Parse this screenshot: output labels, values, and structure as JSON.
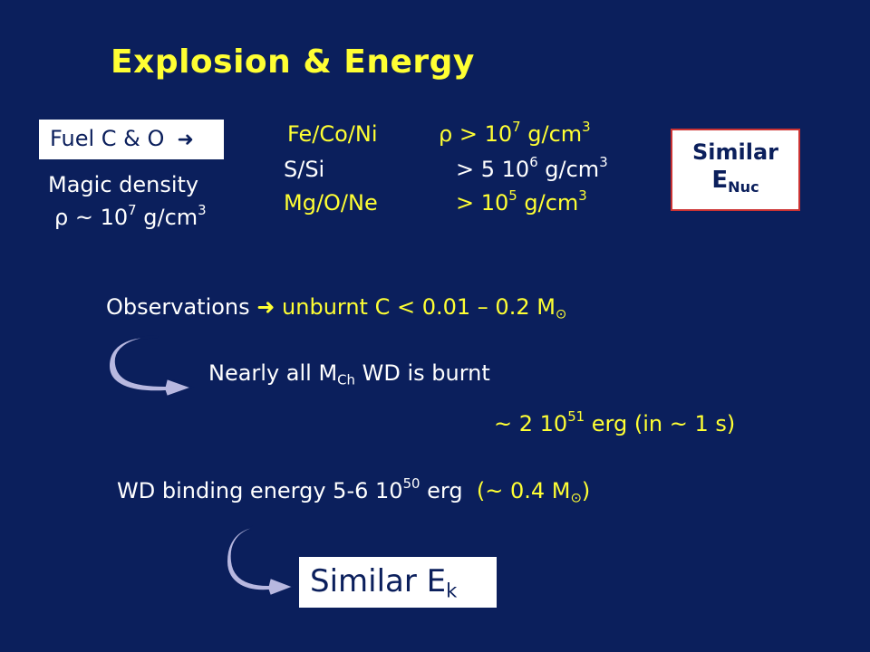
{
  "title": "Explosion & Energy",
  "fuel": {
    "label": "Fuel C & O",
    "arrow": "➜"
  },
  "magic_density": {
    "label": "Magic density",
    "rho": "ρ",
    "prefix": "~ 10",
    "exp": "7",
    "unit": " g/cm",
    "unit_exp": "3"
  },
  "products": [
    {
      "name": "Fe/Co/Ni",
      "rho": "ρ",
      "cmp": "> 10",
      "exp": "7",
      "unit": " g/cm",
      "unit_exp": "3"
    },
    {
      "name": "S/Si",
      "cmp": "> 5 10",
      "exp": "6",
      "unit": " g/cm",
      "unit_exp": "3"
    },
    {
      "name": "Mg/O/Ne",
      "cmp": "> 10",
      "exp": "5",
      "unit": " g/cm",
      "unit_exp": "3"
    }
  ],
  "similar_enuc": {
    "line1": "Similar",
    "e": "E",
    "sub": "Nuc"
  },
  "observations": {
    "label": "Observations",
    "arrow": "➜",
    "text": " unburnt C  < 0.01 – 0.2 M",
    "sun": "⊙"
  },
  "nearly_all": {
    "pre": "Nearly all M",
    "sub": "Ch",
    "post": " WD is burnt"
  },
  "energy": {
    "pre": "~ 2 10",
    "exp": "51",
    "post": " erg  (in ~ 1 s)"
  },
  "binding": {
    "pre": "WD binding energy  5-6 10",
    "exp": "50",
    "post": " erg",
    "mass_pre": "(~ 0.4 M",
    "sun": "⊙",
    "mass_post": ")"
  },
  "similar_ek": {
    "text": "Similar  E",
    "sub": "k"
  },
  "colors": {
    "background": "#0b1f5c",
    "title": "#ffff33",
    "text": "#ffffff",
    "box_border": "#cc3333",
    "arrow_fill": "#b8b8e0"
  }
}
